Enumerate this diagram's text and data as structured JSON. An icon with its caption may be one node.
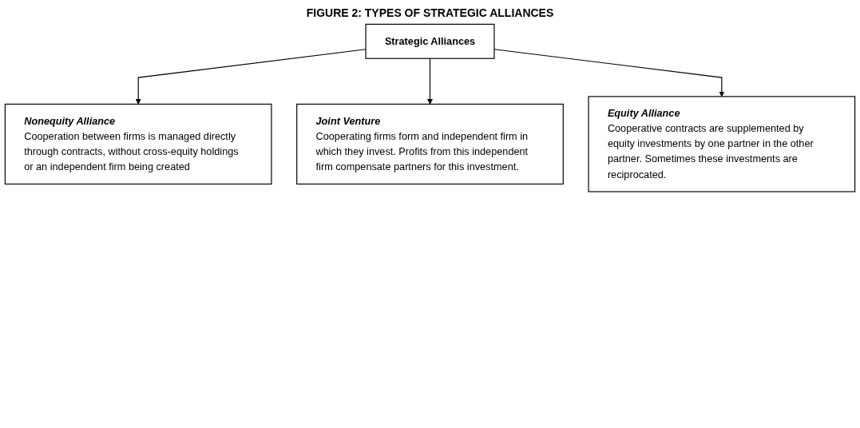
{
  "diagram": {
    "title": "FIGURE 2: TYPES OF STRATEGIC ALLIANCES",
    "nodes": [
      {
        "text": [
          "Strategic Alliances"
        ]
      },
      {
        "text": [
          "Nonequity Alliance",
          "Cooperation between firms is managed directly through contracts, without cross-equity holdings or an independent firm being created"
        ]
      },
      {
        "text": [
          "Joint Venture",
          "Cooperating firms form and independent firm in which they invest. Profits from this independent firm compensate partners for this investment."
        ]
      },
      {
        "text": [
          "Equity Alliance",
          "Cooperative contracts are supplemented by equity investments by one partner in the other partner. Sometimes these investments are reciprocated."
        ]
      }
    ],
    "edges": [
      {
        "from": 0,
        "to": 1,
        "arrow": "to"
      },
      {
        "from": 0,
        "to": 2,
        "arrow": "to"
      },
      {
        "from": 0,
        "to": 3,
        "arrow": "to"
      }
    ]
  }
}
